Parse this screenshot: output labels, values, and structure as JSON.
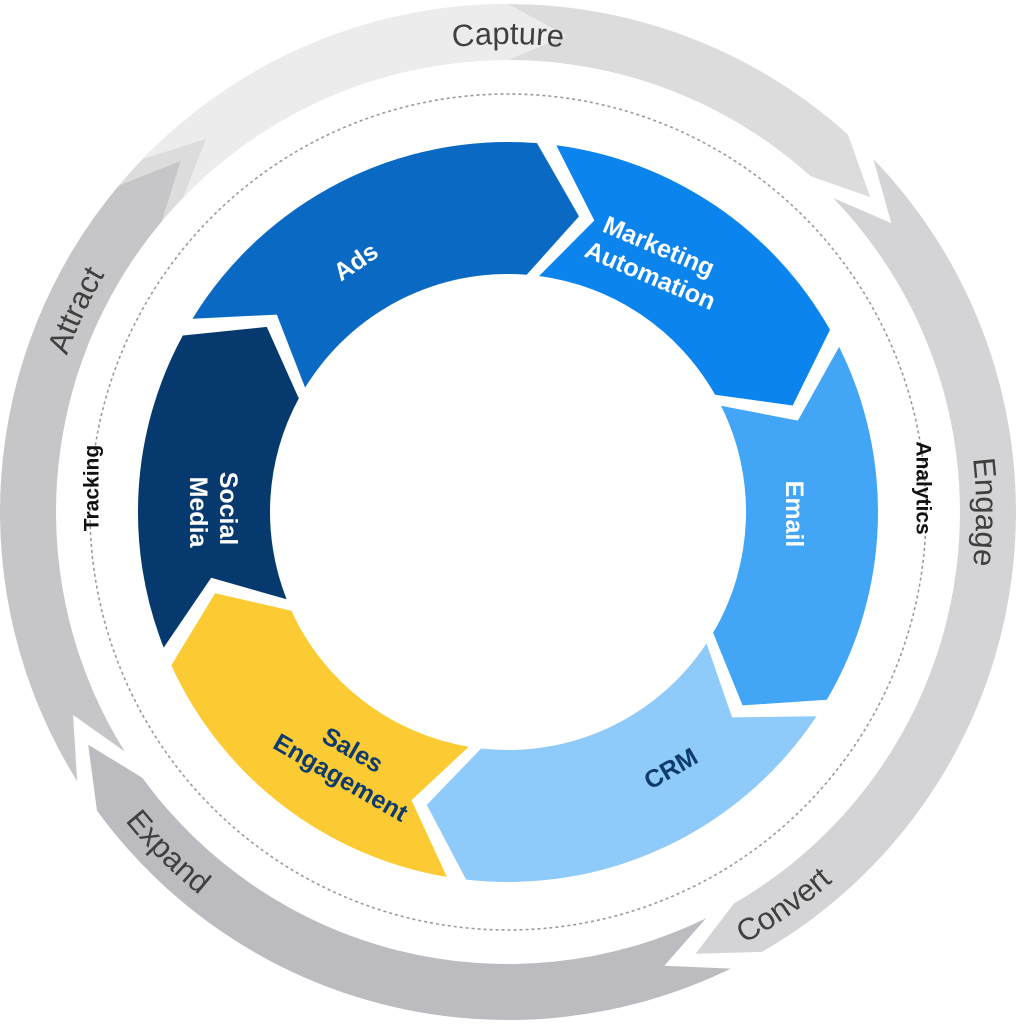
{
  "outer_ring": {
    "stages": [
      {
        "key": "capture",
        "label": "Capture",
        "color": "#dcdcdc"
      },
      {
        "key": "engage",
        "label": "Engage",
        "color": "#d4d4d6"
      },
      {
        "key": "convert",
        "label": "Convert",
        "color": "#bcbcc0"
      },
      {
        "key": "expand",
        "label": "Expand",
        "color": "#c6c6c8"
      },
      {
        "key": "attract",
        "label": "Attract",
        "color": "#ececec"
      }
    ]
  },
  "middle_ring": {
    "left_label": "Tracking",
    "right_label": "Analytics",
    "dash_color": "#9a9a9a"
  },
  "inner_cycle": {
    "segments": [
      {
        "key": "ads",
        "lines": [
          "Ads"
        ],
        "color": "#0a69c2",
        "text_color": "#ffffff"
      },
      {
        "key": "marketing-automation",
        "lines": [
          "Marketing",
          "Automation"
        ],
        "color": "#0b84ee",
        "text_color": "#ffffff"
      },
      {
        "key": "email",
        "lines": [
          "Email"
        ],
        "color": "#42a5f5",
        "text_color": "#ffffff"
      },
      {
        "key": "crm",
        "lines": [
          "CRM"
        ],
        "color": "#8ecbfb",
        "text_color": "#0d3b6e"
      },
      {
        "key": "sales-engagement",
        "lines": [
          "Sales",
          "Engagement"
        ],
        "color": "#fccb33",
        "text_color": "#0d3b6e"
      },
      {
        "key": "social-media",
        "lines": [
          "Social",
          "Media"
        ],
        "color": "#063a6e",
        "text_color": "#ffffff"
      }
    ]
  }
}
